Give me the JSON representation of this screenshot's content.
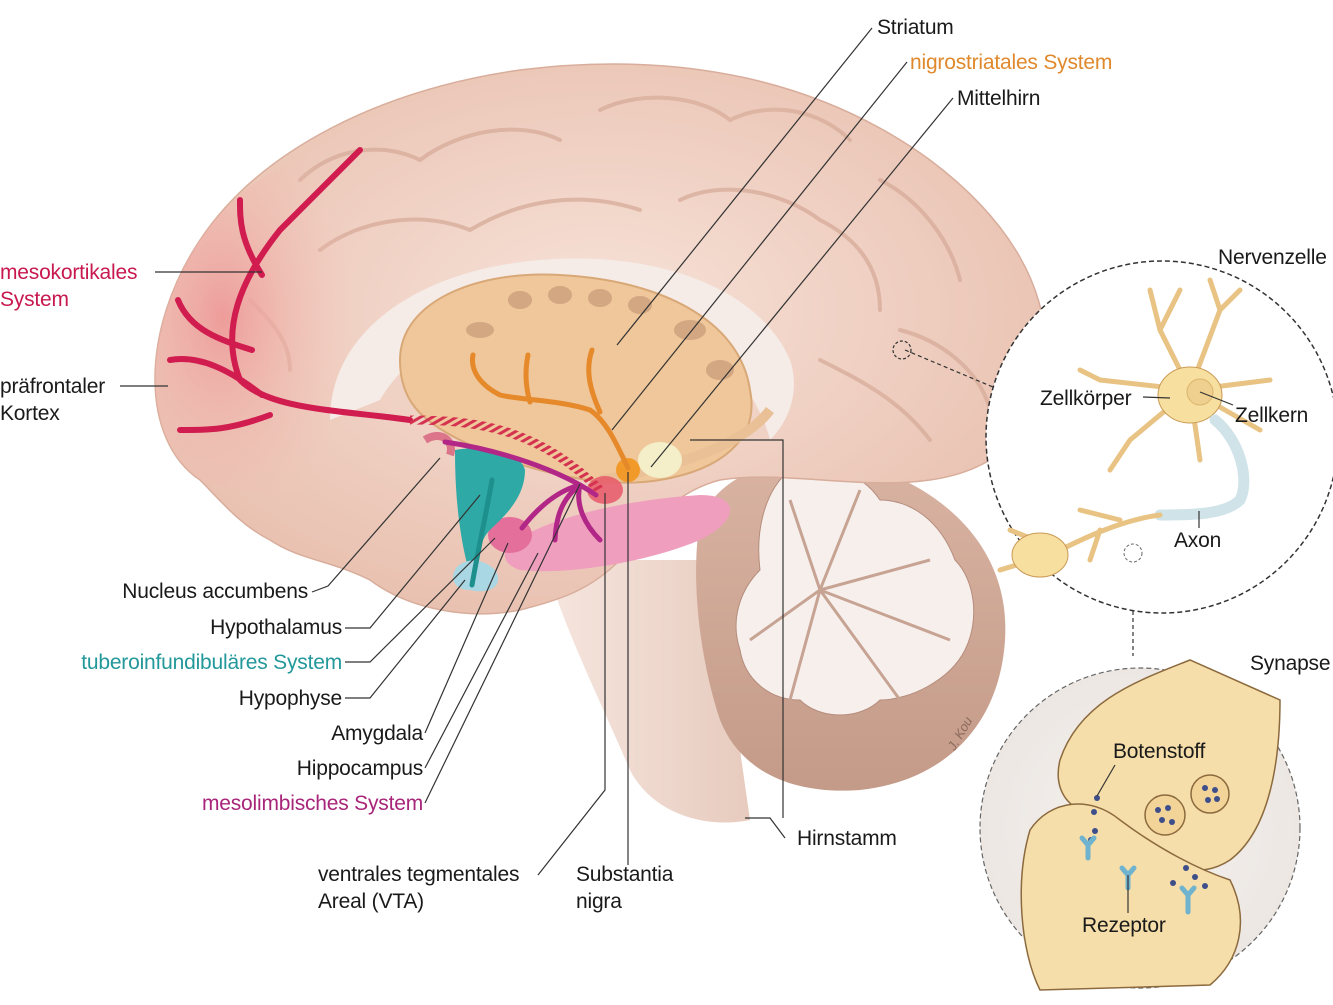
{
  "title": "Dopaminerge Systeme im Gehirn",
  "colors": {
    "mesokortikal": "#c8194f",
    "nigrostriatal": "#e0892c",
    "tuberoinfundibulaer": "#23989a",
    "mesolimbisch": "#a8267a",
    "label": "#1a1a1a",
    "brain": "#f1d3c6",
    "cortex_pink": "#ec9a98",
    "striatum": "#f0c99c",
    "neuron": "#f7dfa0",
    "myelin": "#cfe3e8",
    "receptor": "#6fb3cf",
    "vesicle_dot": "#3d4e8a"
  },
  "labels": {
    "striatum": "Striatum",
    "nigrostriatales": "nigrostriatales System",
    "mittelhirn": "Mittelhirn",
    "mesokortikales_1": "mesokortikales",
    "mesokortikales_2": "System",
    "praefrontaler_1": "präfrontaler",
    "praefrontaler_2": "Kortex",
    "nucleus_accumbens": "Nucleus accumbens",
    "hypothalamus": "Hypothalamus",
    "tuberoinfundibulaeres": "tuberoinfundibuläres System",
    "hypophyse": "Hypophyse",
    "amygdala": "Amygdala",
    "hippocampus": "Hippocampus",
    "mesolimbisches": "mesolimbisches System",
    "vta_1": "ventrales tegmentales",
    "vta_2": "Areal (VTA)",
    "substantia_1": "Substantia",
    "substantia_2": "nigra",
    "hirnstamm": "Hirnstamm",
    "nervenzelle": "Nervenzelle",
    "zellkoerper": "Zellkörper",
    "zellkern": "Zellkern",
    "axon": "Axon",
    "synapse": "Synapse",
    "botenstoff": "Botenstoff",
    "rezeptor": "Rezeptor"
  },
  "signature": "J. Kou"
}
